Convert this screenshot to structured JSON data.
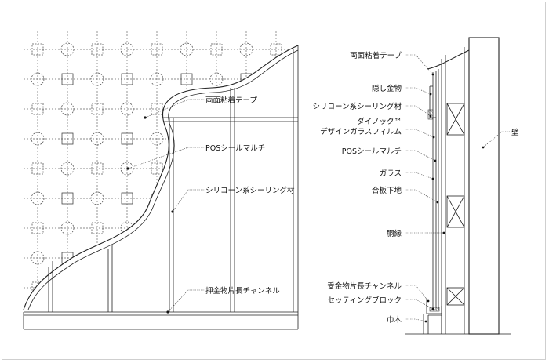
{
  "diagram": {
    "left_labels": [
      {
        "id": "double-sided-tape",
        "text": "両面粘着テープ"
      },
      {
        "id": "pos-seal-multi",
        "text": "POSシールマルチ"
      },
      {
        "id": "silicone-sealant",
        "text": "シリコーン系シーリング材"
      },
      {
        "id": "retainer-channel",
        "text": "押金物片長チャンネル"
      }
    ],
    "right_labels": [
      {
        "id": "double-sided-tape",
        "text": "両面粘着テープ"
      },
      {
        "id": "hidden-fitting",
        "text": "隠し金物"
      },
      {
        "id": "silicone-sealant",
        "text": "シリコーン系シーリング材"
      },
      {
        "id": "dinoc-line1",
        "text": "ダイノック™"
      },
      {
        "id": "dinoc-line2",
        "text": "デザインガラスフィルム"
      },
      {
        "id": "pos-seal-multi",
        "text": "POSシールマルチ"
      },
      {
        "id": "glass",
        "text": "ガラス"
      },
      {
        "id": "plywood-base",
        "text": "合板下地"
      },
      {
        "id": "furring",
        "text": "胴縁"
      },
      {
        "id": "receiving-channel",
        "text": "受金物片長チャンネル"
      },
      {
        "id": "setting-block",
        "text": "セッティングブロック"
      },
      {
        "id": "baseboard",
        "text": "巾木"
      }
    ],
    "wall_label": "壁"
  }
}
